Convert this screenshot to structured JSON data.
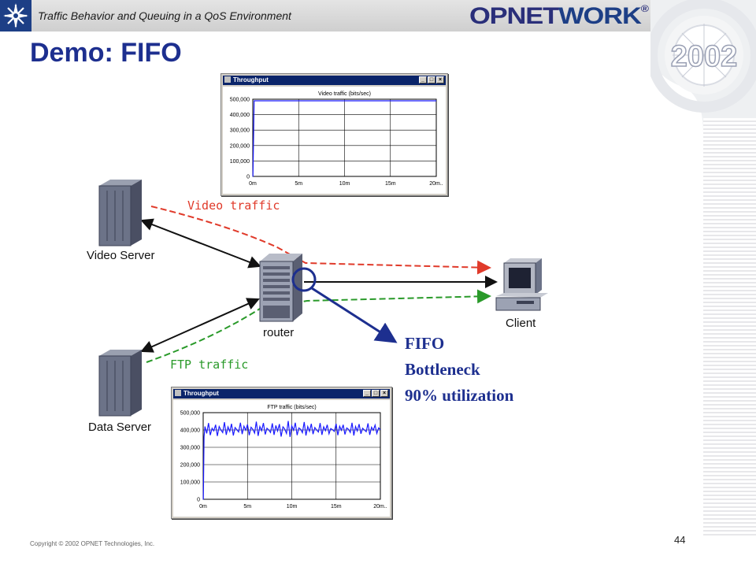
{
  "header": {
    "title": "Traffic Behavior and Queuing in a QoS Environment",
    "brand_left": "OPNET",
    "brand_right": "WORK",
    "brand_mark": "®",
    "year": "2002"
  },
  "slide": {
    "title": "Demo:  FIFO",
    "page_number": "44",
    "copyright": "Copyright © 2002 OPNET Technologies, Inc."
  },
  "diagram": {
    "video_server_label": "Video Server",
    "data_server_label": "Data Server",
    "router_label": "router",
    "client_label": "Client",
    "video_traffic_label": "Video traffic",
    "ftp_traffic_label": "FTP traffic",
    "callout": [
      "FIFO",
      "Bottleneck",
      "90% utilization"
    ],
    "colors": {
      "video": "#e03a2a",
      "ftp": "#2a9a2a",
      "callout": "#1d2f8f"
    }
  },
  "chart_data": [
    {
      "type": "line",
      "window_title": "Throughput",
      "title": "Video traffic (bits/sec)",
      "x_tick_labels": [
        "0m",
        "5m",
        "10m",
        "15m",
        "20m.."
      ],
      "y_tick_labels": [
        "500,000",
        "400,000",
        "300,000",
        "200,000",
        "100,000",
        "0"
      ],
      "xlim": [
        0,
        20
      ],
      "ylim": [
        0,
        500000
      ],
      "series": [
        {
          "x": [
            0,
            0.02,
            0.15,
            0.35,
            20
          ],
          "y": [
            0,
            0,
            490000,
            490000,
            490000
          ]
        }
      ]
    },
    {
      "type": "line",
      "window_title": "Throughput",
      "title": "FTP traffic (bits/sec)",
      "x_tick_labels": [
        "0m",
        "5m",
        "10m",
        "15m",
        "20m.."
      ],
      "y_tick_labels": [
        "500,000",
        "400,000",
        "300,000",
        "200,000",
        "100,000",
        "0"
      ],
      "xlim": [
        0,
        20
      ],
      "ylim": [
        0,
        500000
      ],
      "series": [
        {
          "x": [
            0,
            0.02,
            0.1,
            0.2,
            0.4,
            0.6,
            0.8,
            1.0,
            1.2,
            1.4,
            1.6,
            1.8,
            2.0,
            2.2,
            2.4,
            2.6,
            2.8,
            3.0,
            3.2,
            3.4,
            3.6,
            3.8,
            4.0,
            4.2,
            4.4,
            4.6,
            4.8,
            5.0,
            5.2,
            5.4,
            5.6,
            5.8,
            6.0,
            6.2,
            6.4,
            6.6,
            6.8,
            7.0,
            7.2,
            7.4,
            7.6,
            7.8,
            8.0,
            8.2,
            8.4,
            8.6,
            8.8,
            9.0,
            9.2,
            9.4,
            9.6,
            9.8,
            10.0,
            10.2,
            10.4,
            10.6,
            10.8,
            11.0,
            11.2,
            11.4,
            11.6,
            11.8,
            12.0,
            12.2,
            12.4,
            12.6,
            12.8,
            13.0,
            13.2,
            13.4,
            13.6,
            13.8,
            14.0,
            14.2,
            14.4,
            14.6,
            14.8,
            15.0,
            15.2,
            15.4,
            15.6,
            15.8,
            16.0,
            16.2,
            16.4,
            16.6,
            16.8,
            17.0,
            17.2,
            17.4,
            17.6,
            17.8,
            18.0,
            18.2,
            18.4,
            18.6,
            18.8,
            19.0,
            19.2,
            19.4,
            19.6,
            19.8,
            20.0
          ],
          "y": [
            0,
            0,
            360000,
            420000,
            380000,
            440000,
            370000,
            410000,
            395000,
            430000,
            365000,
            420000,
            400000,
            385000,
            445000,
            372000,
            418000,
            392000,
            436000,
            368000,
            414000,
            402000,
            388000,
            442000,
            376000,
            422000,
            398000,
            432000,
            370000,
            416000,
            404000,
            382000,
            448000,
            366000,
            420000,
            396000,
            440000,
            374000,
            410000,
            400000,
            386000,
            438000,
            372000,
            426000,
            394000,
            434000,
            362000,
            418000,
            406000,
            380000,
            452000,
            360000,
            424000,
            398000,
            442000,
            370000,
            412000,
            404000,
            384000,
            446000,
            368000,
            420000,
            392000,
            436000,
            376000,
            414000,
            400000,
            388000,
            440000,
            372000,
            418000,
            396000,
            430000,
            378000,
            408000,
            402000,
            392000,
            436000,
            370000,
            422000,
            398000,
            430000,
            374000,
            412000,
            404000,
            386000,
            442000,
            368000,
            420000,
            394000,
            434000,
            378000,
            410000,
            400000,
            390000,
            438000,
            372000,
            416000,
            398000,
            428000,
            380000,
            412000,
            402000
          ]
        }
      ]
    }
  ]
}
